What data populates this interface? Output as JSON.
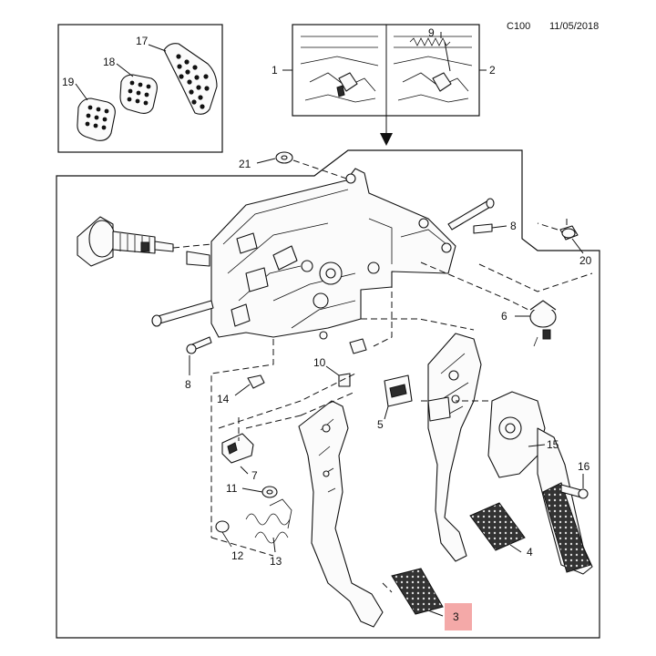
{
  "header": {
    "code": "C100",
    "date": "11/05/2018"
  },
  "callouts": {
    "c1": "1",
    "c2": "2",
    "c3": "3",
    "c4": "4",
    "c5": "5",
    "c6": "6",
    "c7": "7",
    "c8a": "8",
    "c8b": "8",
    "c9": "9",
    "c10": "10",
    "c11": "11",
    "c12": "12",
    "c13": "13",
    "c14": "14",
    "c15": "15",
    "c16": "16",
    "c17": "17",
    "c18": "18",
    "c19": "19",
    "c20": "20",
    "c21": "21"
  },
  "colors": {
    "line": "#111111",
    "highlight": "#f4a9a8"
  },
  "highlighted_callout": "3"
}
